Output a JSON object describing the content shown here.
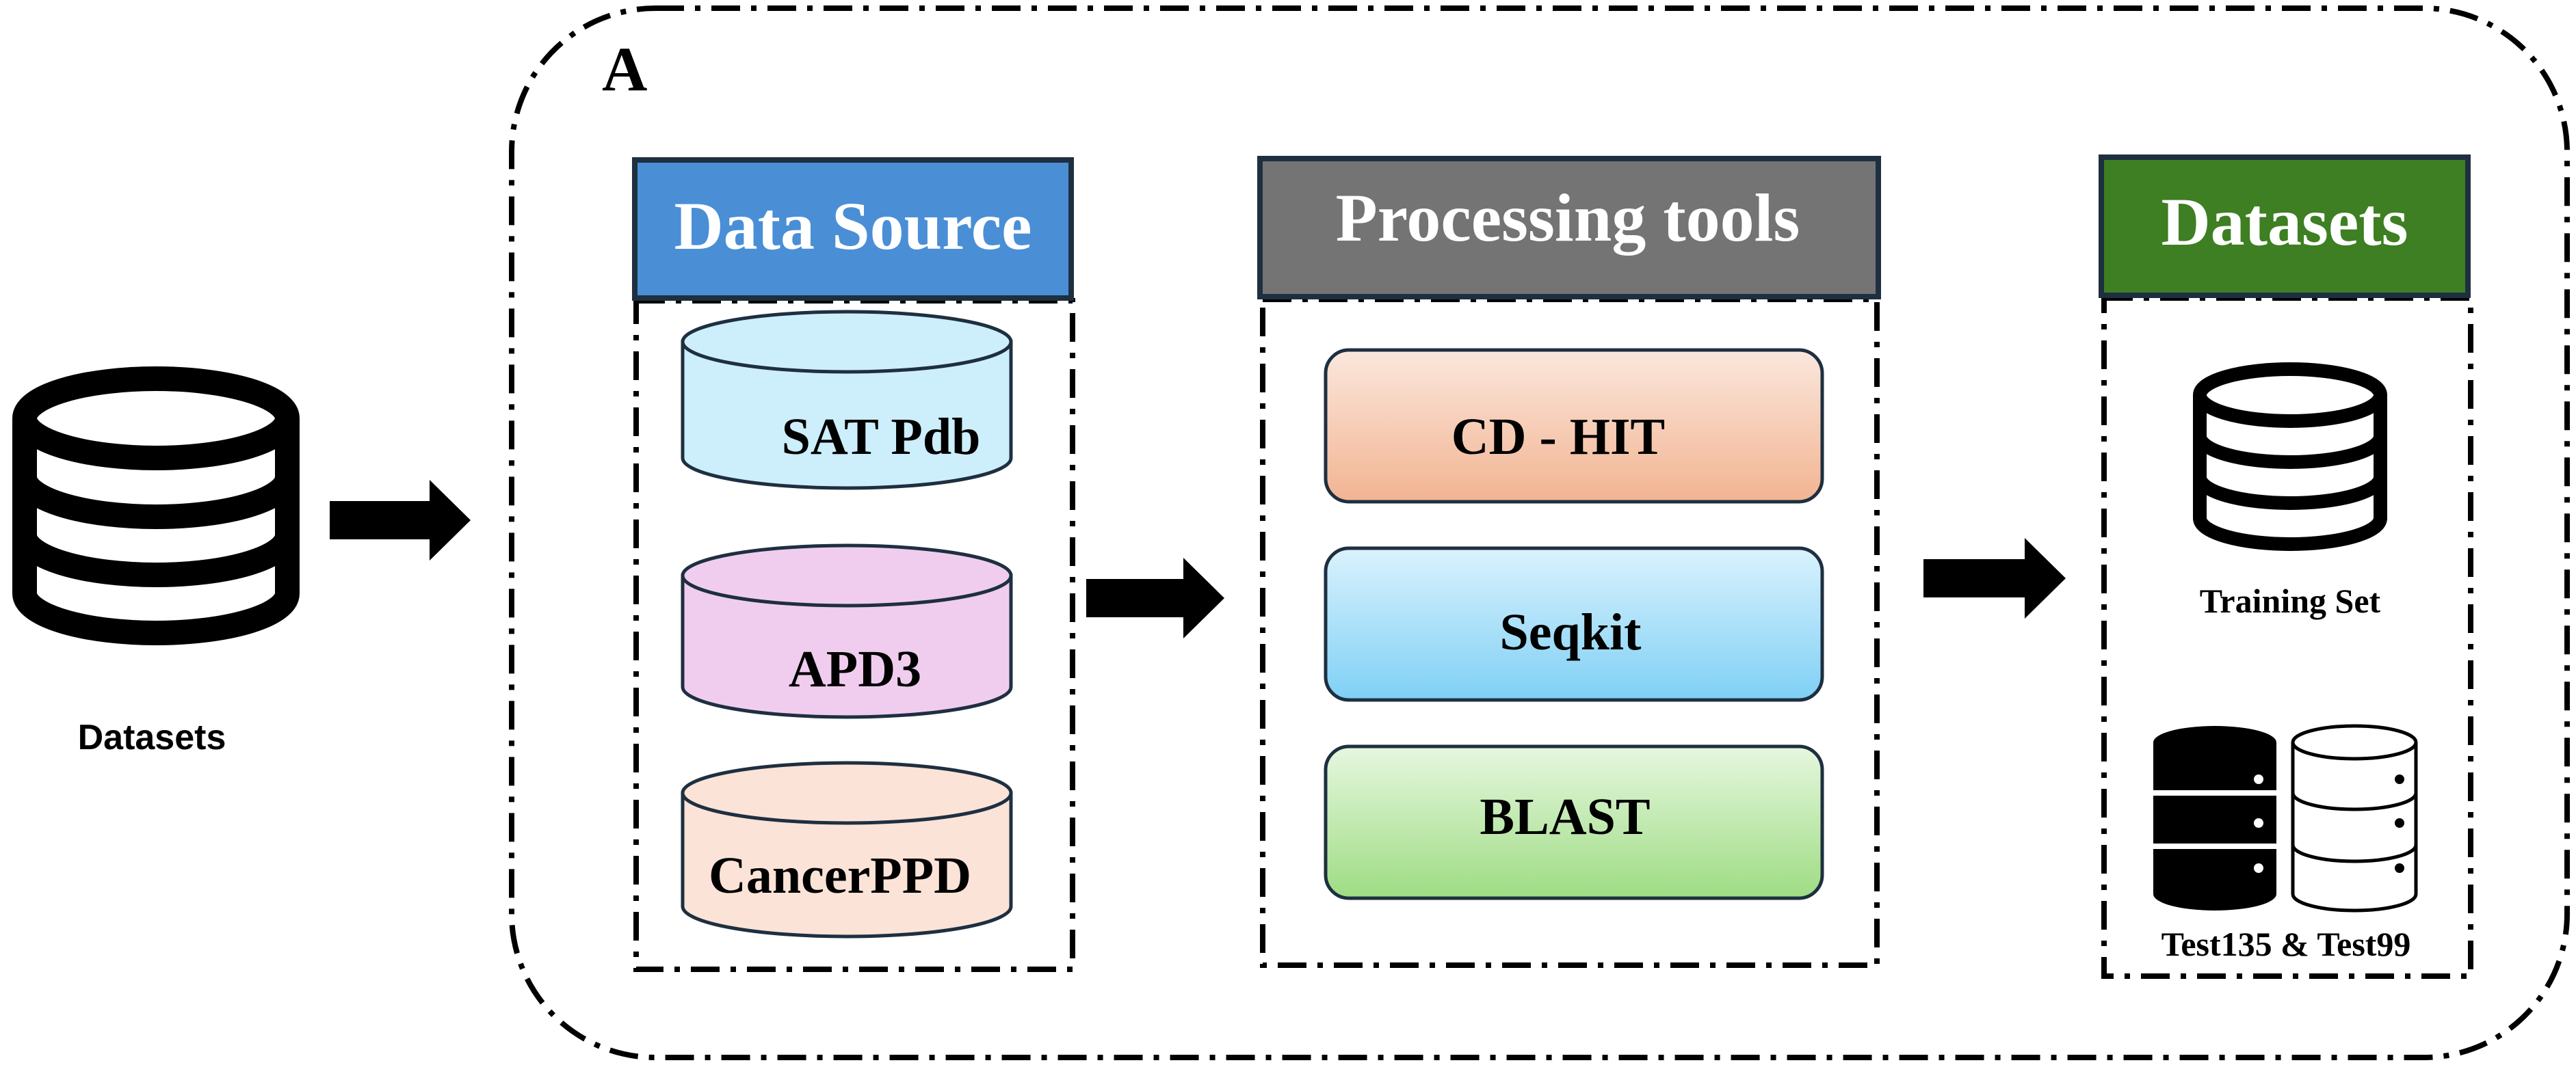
{
  "panel_label": "A",
  "left": {
    "caption": "Datasets",
    "icon": "database-icon"
  },
  "sections": {
    "source": {
      "header": "Data Source",
      "header_color": "#4a8fd6",
      "items": [
        {
          "label": "SAT Pdb",
          "fill": "#cdeefb"
        },
        {
          "label": "APD3",
          "fill": "#f0cdef"
        },
        {
          "label": "CancerPPD",
          "fill": "#fbe3d7"
        }
      ]
    },
    "tools": {
      "header": "Processing tools",
      "header_color": "#747474",
      "items": [
        {
          "label": "CD - HIT",
          "grad_top": "#fbe7dd",
          "grad_bottom": "#f2b492"
        },
        {
          "label": "Seqkit",
          "grad_top": "#daf2fd",
          "grad_bottom": "#7fd0f5"
        },
        {
          "label": "BLAST",
          "grad_top": "#e6f7df",
          "grad_bottom": "#9edc83"
        }
      ]
    },
    "datasets": {
      "header": "Datasets",
      "header_color": "#3d7f22",
      "training_label": "Training Set",
      "test_label": "Test135 & Test99"
    }
  }
}
